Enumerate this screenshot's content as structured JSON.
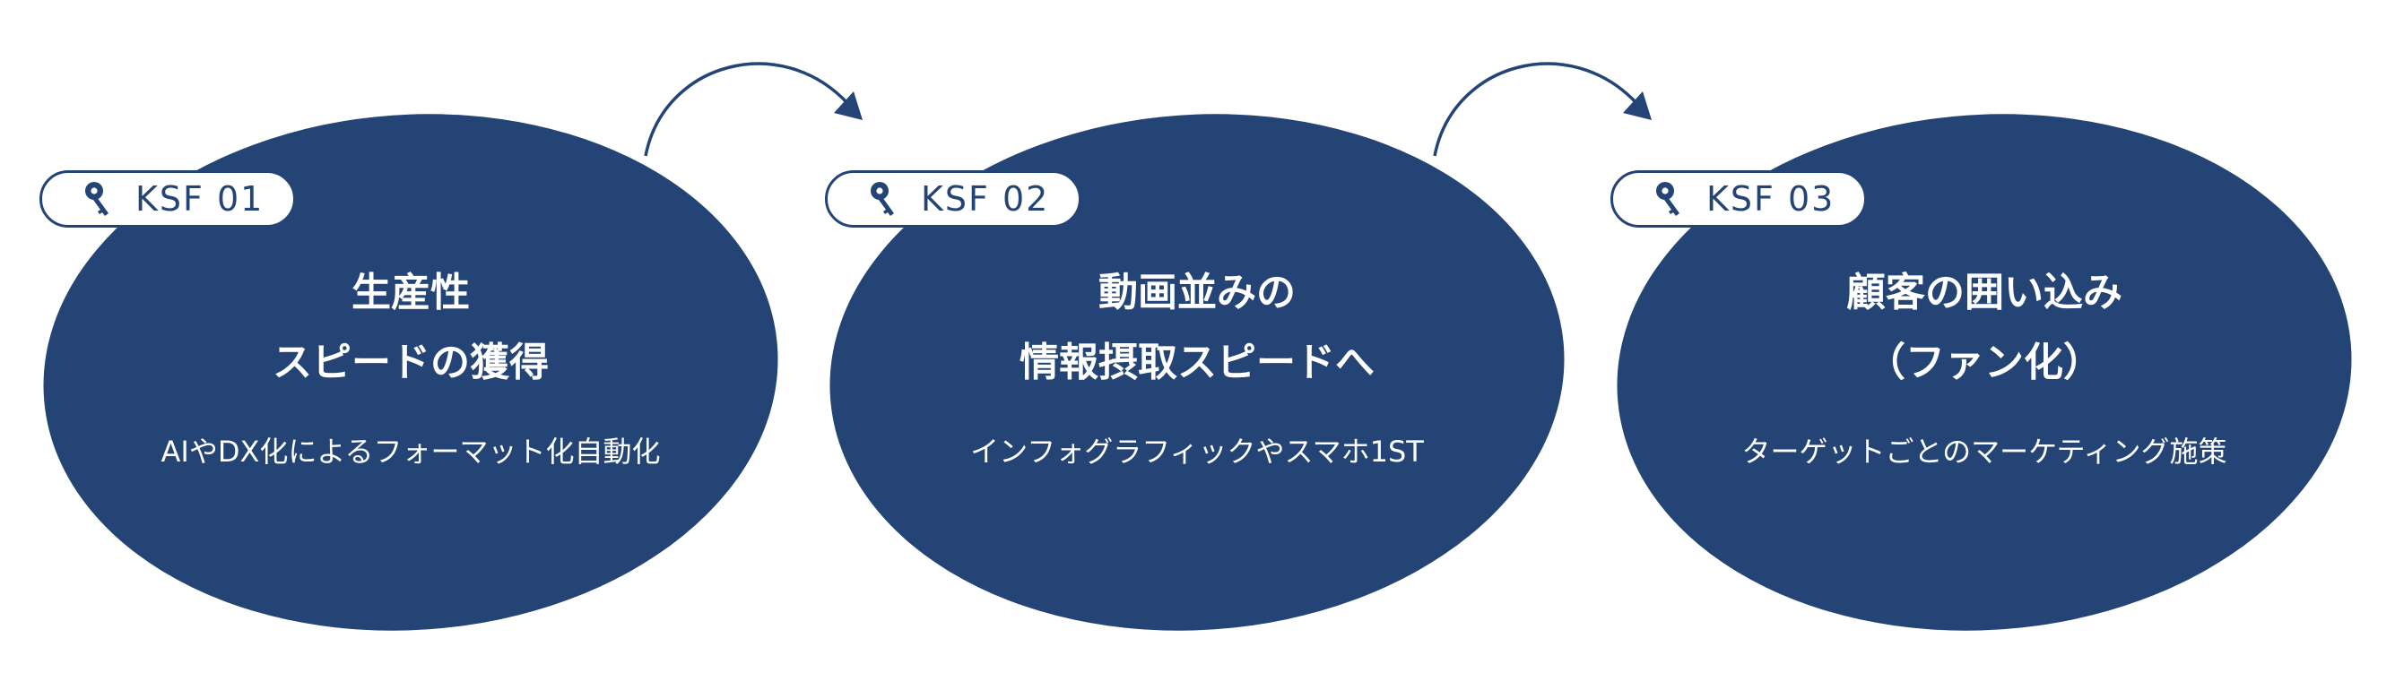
{
  "colors": {
    "primary": "#244475",
    "background": "#ffffff",
    "text_on_primary": "#ffffff"
  },
  "connector_icon": "curved-arrow-icon",
  "badge_icon": "key-icon",
  "factors": [
    {
      "badge": "KSF 01",
      "title_lines": [
        "生産性",
        "スピードの獲得"
      ],
      "description": "AIやDX化によるフォーマット化自動化"
    },
    {
      "badge": "KSF 02",
      "title_lines": [
        "動画並みの",
        "情報摂取スピードへ"
      ],
      "description": "インフォグラフィックやスマホ1ST"
    },
    {
      "badge": "KSF 03",
      "title_lines": [
        "顧客の囲い込み",
        "（ファン化）"
      ],
      "description": "ターゲットごとのマーケティング施策"
    }
  ]
}
